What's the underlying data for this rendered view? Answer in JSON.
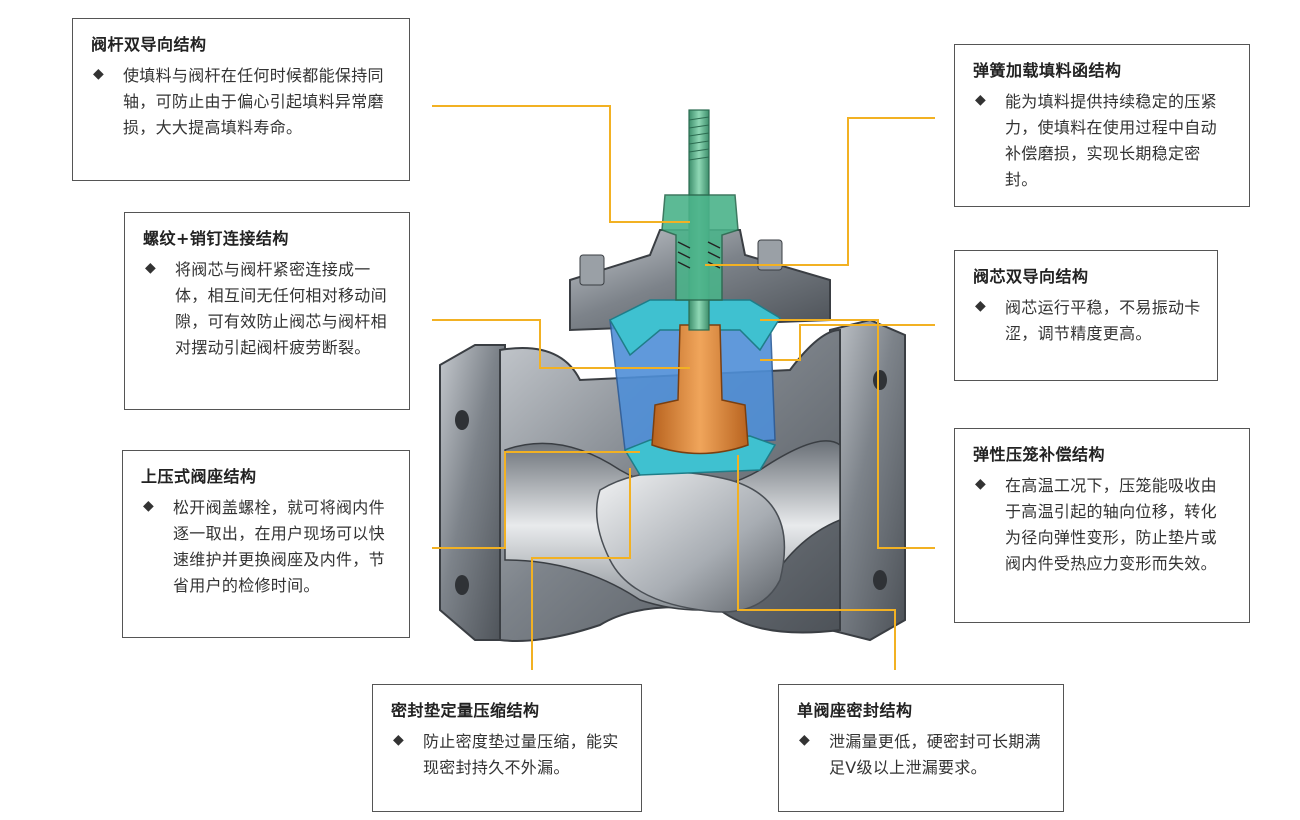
{
  "colors": {
    "leader_line": "#f2b123",
    "box_border": "#555555",
    "body_steel": "#8e949b",
    "trim_cyan": "#3fc1d0",
    "plug_orange": "#e08a3a",
    "stem_green": "#4bb38a"
  },
  "callouts": {
    "stem_guide": {
      "title": "阀杆双导向结构",
      "bullet": "◆",
      "text": "使填料与阀杆在任何时候都能保持同轴，可防止由于偏心引起填料异常磨损，大大提高填料寿命。"
    },
    "thread_pin": {
      "title": "螺纹+销钉连接结构",
      "bullet": "◆",
      "text": "将阀芯与阀杆紧密连接成一体，相互间无任何相对移动间隙，可有效防止阀芯与阀杆相对摆动引起阀杆疲劳断裂。"
    },
    "top_seat": {
      "title": "上压式阀座结构",
      "bullet": "◆",
      "text": "松开阀盖螺栓，就可将阀内件逐一取出，在用户现场可以快速维护并更换阀座及内件，节省用户的检修时间。"
    },
    "gasket": {
      "title": "密封垫定量压缩结构",
      "bullet": "◆",
      "text": "防止密度垫过量压缩，能实现密封持久不外漏。"
    },
    "spring_packing": {
      "title": "弹簧加载填料函结构",
      "bullet": "◆",
      "text": "能为填料提供持续稳定的压紧力，使填料在使用过程中自动补偿磨损，实现长期稳定密封。"
    },
    "plug_guide": {
      "title": "阀芯双导向结构",
      "bullet": "◆",
      "text": "阀芯运行平稳，不易振动卡涩，调节精度更高。"
    },
    "cage": {
      "title": "弹性压笼补偿结构",
      "bullet": "◆",
      "text": "在高温工况下，压笼能吸收由于高温引起的轴向位移，转化为径向弹性变形，防止垫片或阀内件受热应力变形而失效。"
    },
    "single_seat": {
      "title": "单阀座密封结构",
      "bullet": "◆",
      "text": "泄漏量更低，硬密封可长期满足V级以上泄漏要求。"
    }
  }
}
